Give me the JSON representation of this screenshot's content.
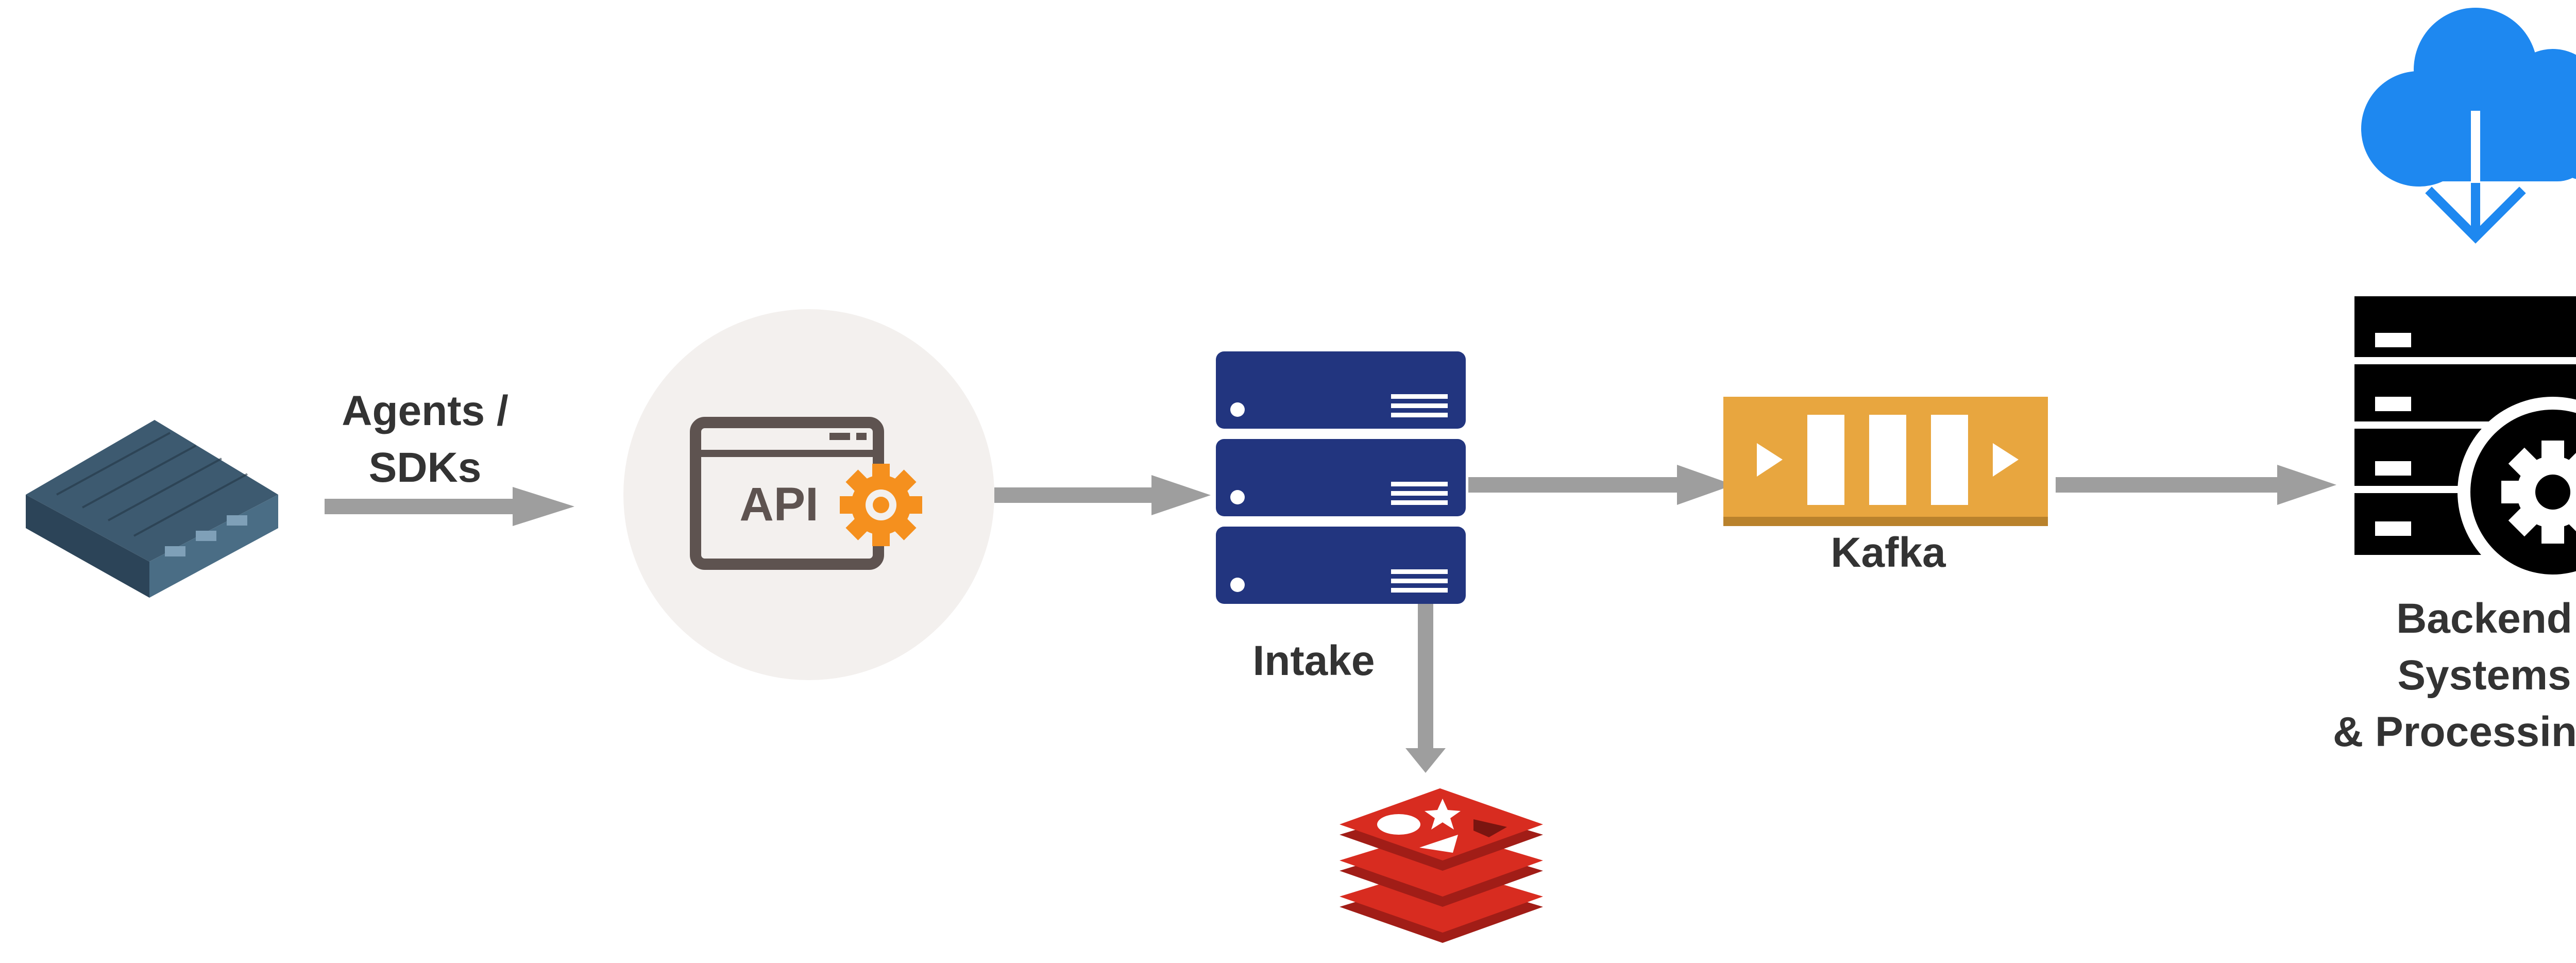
{
  "labels": {
    "agents_line1": "Agents /",
    "agents_line2": "SDKs",
    "api": "API",
    "intake": "Intake",
    "kafka": "Kafka",
    "backend_line1": "Backend",
    "backend_line2": "Systems",
    "backend_line3": "& Processing"
  },
  "icons": {
    "server_device": "network-appliance-icon",
    "api": "api-gear-icon",
    "intake": "server-stack-icon",
    "kafka": "message-queue-icon",
    "cache": "redis-icon",
    "cloud": "cloud-download-icon",
    "backend": "backend-server-gear-icon"
  },
  "colors": {
    "arrow": "#9e9e9e",
    "api_circle": "#f3f0ee",
    "api_gear": "#f5901e",
    "intake_server": "#22357f",
    "kafka_queue": "#e8a63f",
    "redis": "#d82c20",
    "cloud": "#1e88f0",
    "backend": "#000000"
  }
}
